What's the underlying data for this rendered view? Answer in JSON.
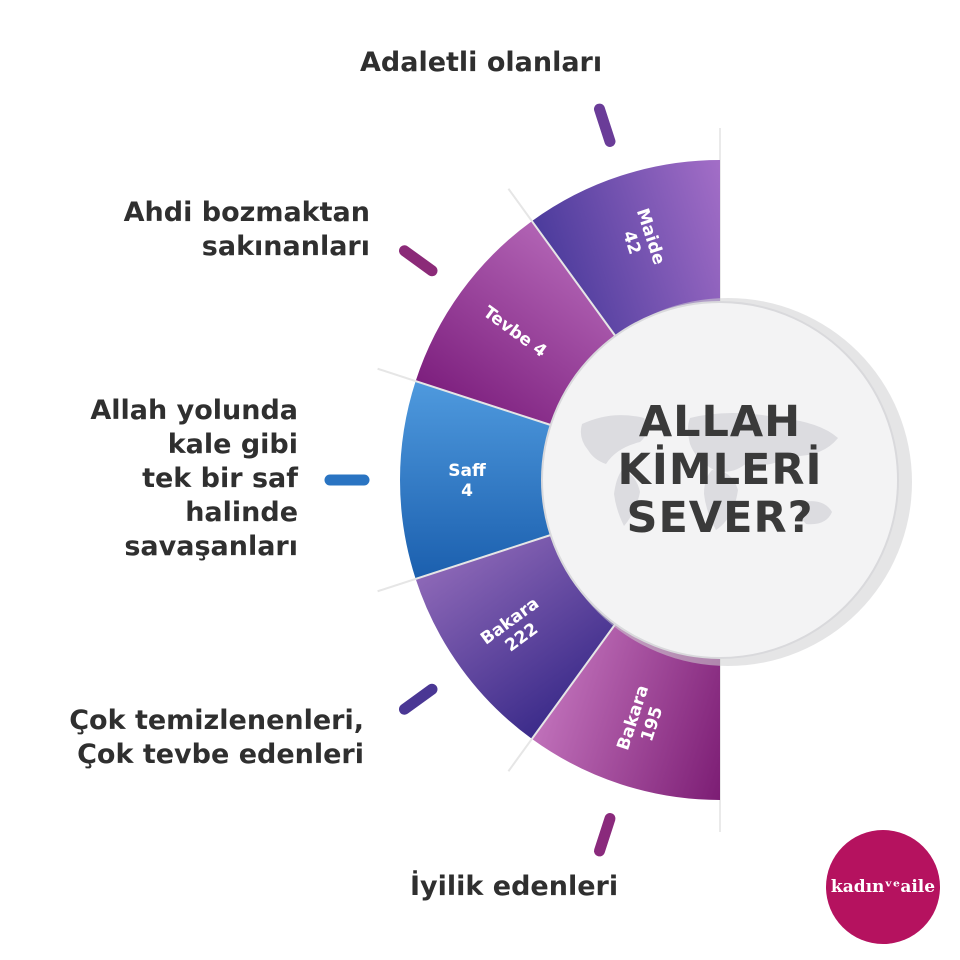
{
  "labels": {
    "top": "Adaletli olanları",
    "ahdi": "Ahdi bozmaktan\nsakınanları",
    "allah": "Allah yolunda\nkale gibi\ntek bir saf\nhalinde\nsavaşanları",
    "cok": "Çok temizlenenleri,\nÇok tevbe edenleri",
    "iyilik": "İyilik edenleri"
  },
  "center": {
    "title": "ALLAH\nKİMLERİ\nSEVER?"
  },
  "segments": [
    {
      "line1": "Maide",
      "line2": "42",
      "color_a": "#4b3b9c",
      "color_b": "#a36ec7"
    },
    {
      "line1": "Tevbe 4",
      "line2": "",
      "color_a": "#7d1f7e",
      "color_b": "#b163b4"
    },
    {
      "line1": "Saff",
      "line2": "4",
      "color_a": "#1b5fae",
      "color_b": "#4f9ade"
    },
    {
      "line1": "Bakara",
      "line2": "222",
      "color_a": "#3b2b8a",
      "color_b": "#8d68b7"
    },
    {
      "line1": "Bakara",
      "line2": "195",
      "color_a": "#7c1d74",
      "color_b": "#c071ba"
    }
  ],
  "ticks": [
    {
      "color": "#6a3c98"
    },
    {
      "color": "#8b2a78"
    },
    {
      "color": "#2a74c2"
    },
    {
      "color": "#4a3794"
    },
    {
      "color": "#8a2a7c"
    }
  ],
  "logo": {
    "text": "kadınᵛᵉaile",
    "color": "#b5125f"
  }
}
